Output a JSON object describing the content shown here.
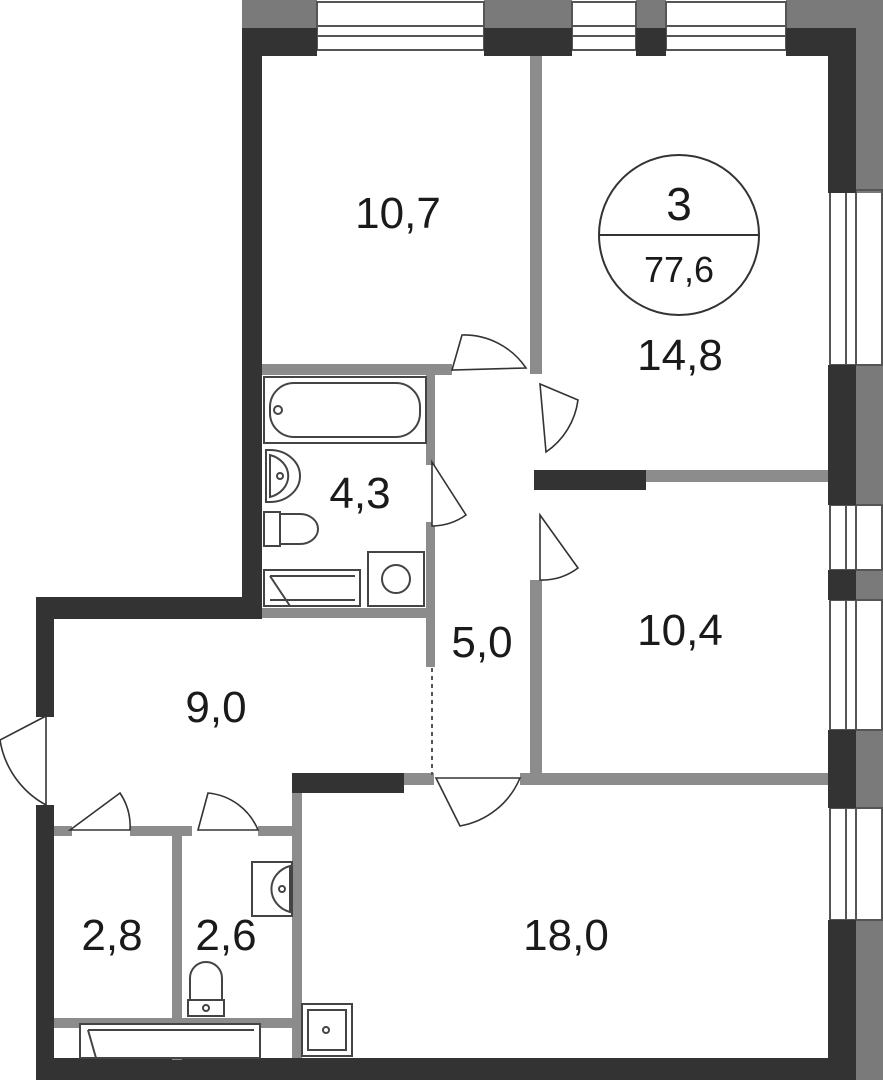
{
  "badge": {
    "rooms": "3",
    "total_area": "77,6"
  },
  "rooms": [
    {
      "id": "bedroom-1",
      "area": "10,7"
    },
    {
      "id": "bedroom-2",
      "area": "14,8"
    },
    {
      "id": "bathroom",
      "area": "4,3"
    },
    {
      "id": "corridor",
      "area": "5,0"
    },
    {
      "id": "bedroom-3",
      "area": "10,4"
    },
    {
      "id": "hallway",
      "area": "9,0"
    },
    {
      "id": "storage",
      "area": "2,8"
    },
    {
      "id": "wc",
      "area": "2,6"
    },
    {
      "id": "living-room",
      "area": "18,0"
    }
  ]
}
